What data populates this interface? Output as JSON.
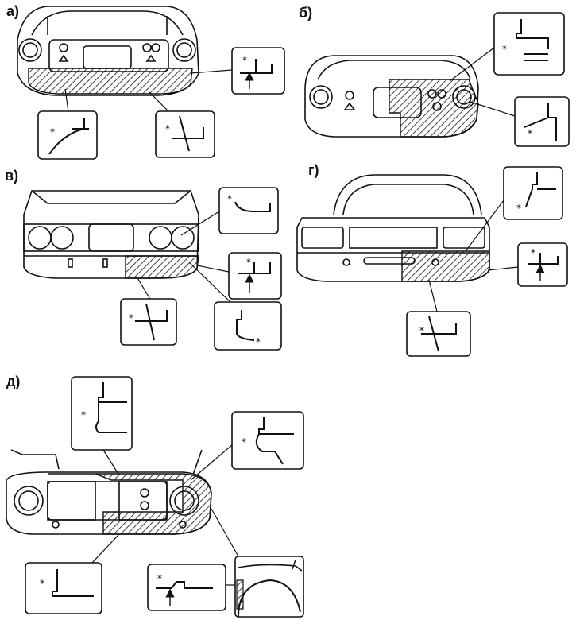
{
  "panels": {
    "a": {
      "label": "а)"
    },
    "b": {
      "label": "б)"
    },
    "v": {
      "label": "в)"
    },
    "g": {
      "label": "г)"
    },
    "d": {
      "label": "д)"
    }
  },
  "weld_mark": "*"
}
